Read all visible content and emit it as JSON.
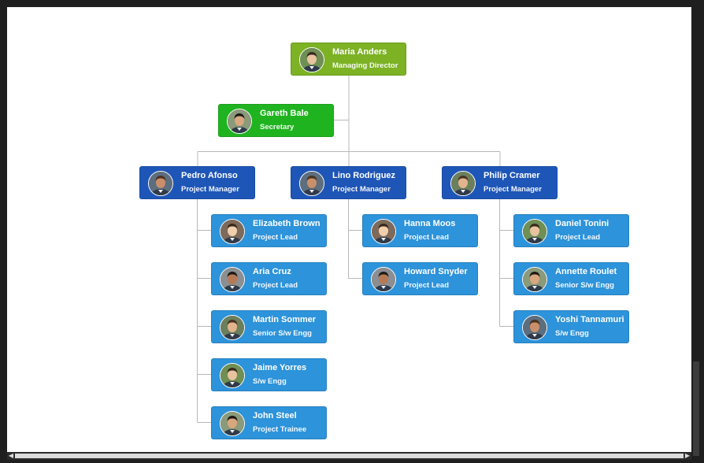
{
  "colors": {
    "root": "#7cb224",
    "secretary": "#1fb41f",
    "manager": "#1e56b8",
    "lead": "#2d93da",
    "connector": "#b8b8b8"
  },
  "org": {
    "root": {
      "name": "Maria Anders",
      "role": "Managing Director"
    },
    "secretary": {
      "name": "Gareth Bale",
      "role": "Secretary"
    },
    "managers": [
      {
        "name": "Pedro Afonso",
        "role": "Project Manager",
        "reports": [
          {
            "name": "Elizabeth Brown",
            "role": "Project Lead"
          },
          {
            "name": "Aria Cruz",
            "role": "Project Lead"
          },
          {
            "name": "Martin Sommer",
            "role": "Senior S/w Engg"
          },
          {
            "name": "Jaime Yorres",
            "role": "S/w Engg"
          },
          {
            "name": "John Steel",
            "role": "Project Trainee"
          }
        ]
      },
      {
        "name": "Lino Rodriguez",
        "role": "Project Manager",
        "reports": [
          {
            "name": "Hanna Moos",
            "role": "Project Lead"
          },
          {
            "name": "Howard Snyder",
            "role": "Project Lead"
          }
        ]
      },
      {
        "name": "Philip Cramer",
        "role": "Project Manager",
        "reports": [
          {
            "name": "Daniel Tonini",
            "role": "Project Lead"
          },
          {
            "name": "Annette Roulet",
            "role": "Senior S/w Engg"
          },
          {
            "name": "Yoshi Tannamuri",
            "role": "S/w Engg"
          }
        ]
      }
    ]
  }
}
